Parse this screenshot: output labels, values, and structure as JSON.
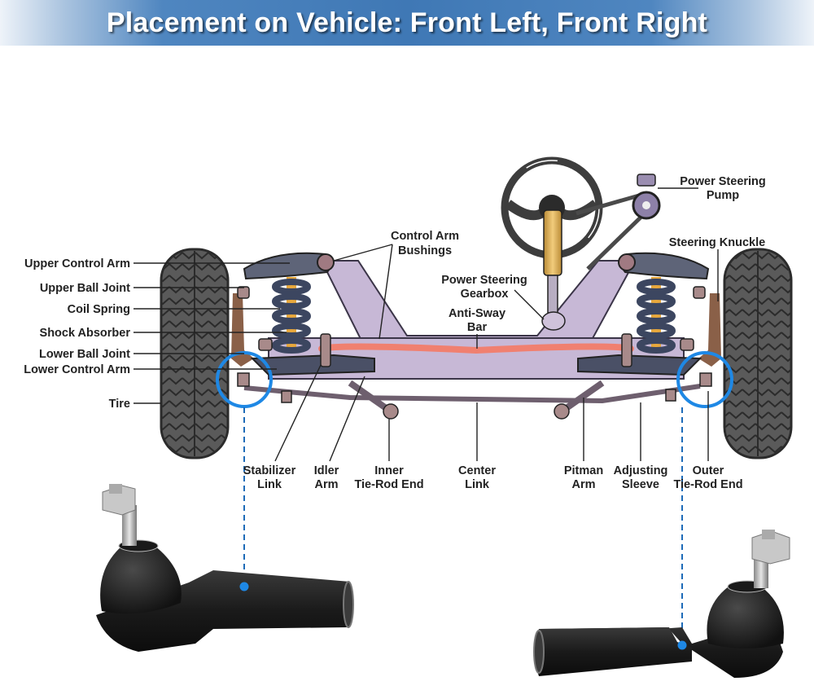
{
  "banner": {
    "title": "Placement on Vehicle: Front Left, Front Right",
    "color": "#3f78b5"
  },
  "colors": {
    "highlight_ring": "#1e88e5",
    "frame": "#c7b8d6",
    "control_arm": "#5e6478",
    "anti_sway_bar": "#f08070",
    "steering_column": "#e0b060",
    "tire": "#555555"
  },
  "labels": {
    "left": [
      {
        "id": "upper-control-arm",
        "text": "Upper Control Arm"
      },
      {
        "id": "upper-ball-joint",
        "text": "Upper Ball Joint"
      },
      {
        "id": "coil-spring",
        "text": "Coil Spring"
      },
      {
        "id": "shock-absorber",
        "text": "Shock Absorber"
      },
      {
        "id": "lower-ball-joint",
        "text": "Lower Ball Joint"
      },
      {
        "id": "lower-control-arm",
        "text": "Lower Control Arm"
      },
      {
        "id": "tire",
        "text": "Tire"
      }
    ],
    "top": {
      "control_arm_bushings": [
        "Control Arm",
        "Bushings"
      ],
      "power_steering_gearbox": [
        "Power Steering",
        "Gearbox"
      ],
      "anti_sway_bar": [
        "Anti-Sway",
        "Bar"
      ],
      "power_steering_pump": [
        "Power Steering",
        "Pump"
      ],
      "steering_knuckle": "Steering Knuckle"
    },
    "bottom": [
      {
        "id": "stabilizer-link",
        "lines": [
          "Stabilizer",
          "Link"
        ]
      },
      {
        "id": "idler-arm",
        "lines": [
          "Idler",
          "Arm"
        ]
      },
      {
        "id": "inner-tie-rod-end",
        "lines": [
          "Inner",
          "Tie-Rod End"
        ]
      },
      {
        "id": "center-link",
        "lines": [
          "Center",
          "Link"
        ]
      },
      {
        "id": "pitman-arm",
        "lines": [
          "Pitman",
          "Arm"
        ]
      },
      {
        "id": "adjusting-sleeve",
        "lines": [
          "Adjusting",
          "Sleeve"
        ]
      },
      {
        "id": "outer-tie-rod-end",
        "lines": [
          "Outer",
          "Tie-Rod End"
        ]
      }
    ]
  },
  "products": [
    {
      "id": "left-tie-rod-end",
      "side": "Front Left"
    },
    {
      "id": "right-tie-rod-end",
      "side": "Front Right"
    }
  ]
}
